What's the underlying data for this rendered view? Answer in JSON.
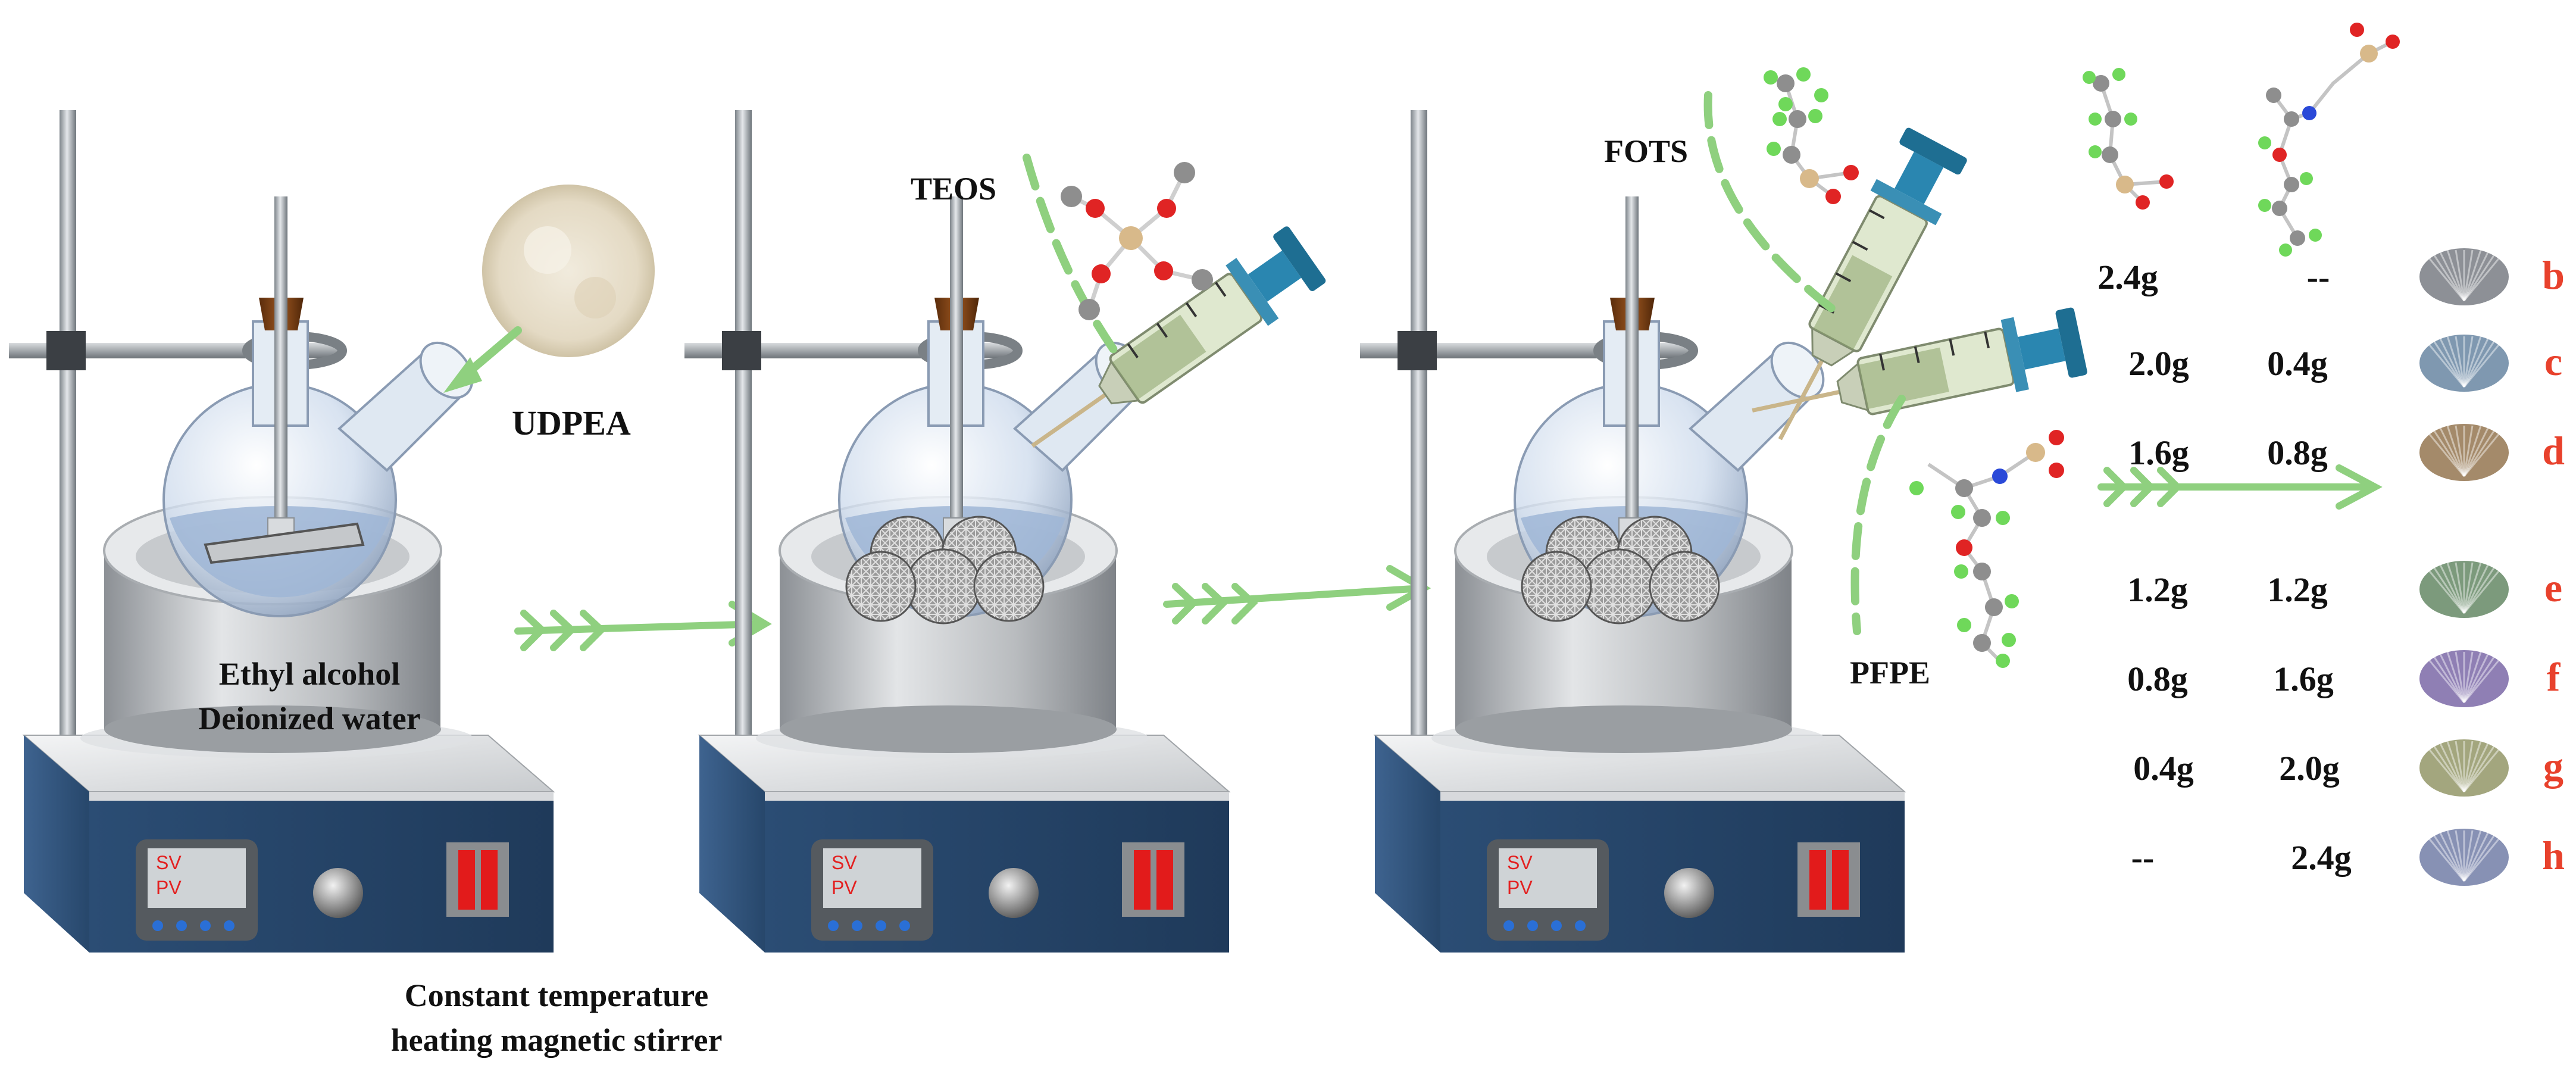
{
  "colors": {
    "arrow": "#8fd07f",
    "letter": "#e8412c",
    "stand": "#9aa0a6",
    "flask": "#c9d8ea",
    "liquid": "#9fb6d6",
    "bath": "#b5b8bb",
    "base_blue": "#2d4d73",
    "stopper": "#7b3f12",
    "atom_fluorine": "#6fd85a",
    "atom_oxygen": "#e02424",
    "atom_carbon": "#8e8e8e",
    "atom_silicon": "#d8b98a",
    "atom_nitrogen": "#2a49d8",
    "syringe_barrel": "#dde7cc",
    "syringe_plunger": "#1f7fa8"
  },
  "icons": [
    "powder-sample-icon",
    "molecule-icon",
    "syringe-icon",
    "sponge-sample-icon",
    "arrow-icon"
  ],
  "labels": {
    "udpea": "UDPEA",
    "solvent_line1": "Ethyl alcohol",
    "solvent_line2": "Deionized water",
    "teos": "TEOS",
    "fots": "FOTS",
    "pfpe": "PFPE",
    "stirrer_line1": "Constant temperature",
    "stirrer_line2": "heating magnetic stirrer",
    "display_sv": "SV",
    "display_pv": "PV"
  },
  "formulations": [
    {
      "fots": "2.4g",
      "pfpe": "--",
      "sample": "b"
    },
    {
      "fots": "2.0g",
      "pfpe": "0.4g",
      "sample": "c"
    },
    {
      "fots": "1.6g",
      "pfpe": "0.8g",
      "sample": "d"
    },
    {
      "fots": "1.2g",
      "pfpe": "1.2g",
      "sample": "e"
    },
    {
      "fots": "0.8g",
      "pfpe": "1.6g",
      "sample": "f"
    },
    {
      "fots": "0.4g",
      "pfpe": "2.0g",
      "sample": "g"
    },
    {
      "fots": "--",
      "pfpe": "2.4g",
      "sample": "h"
    }
  ]
}
